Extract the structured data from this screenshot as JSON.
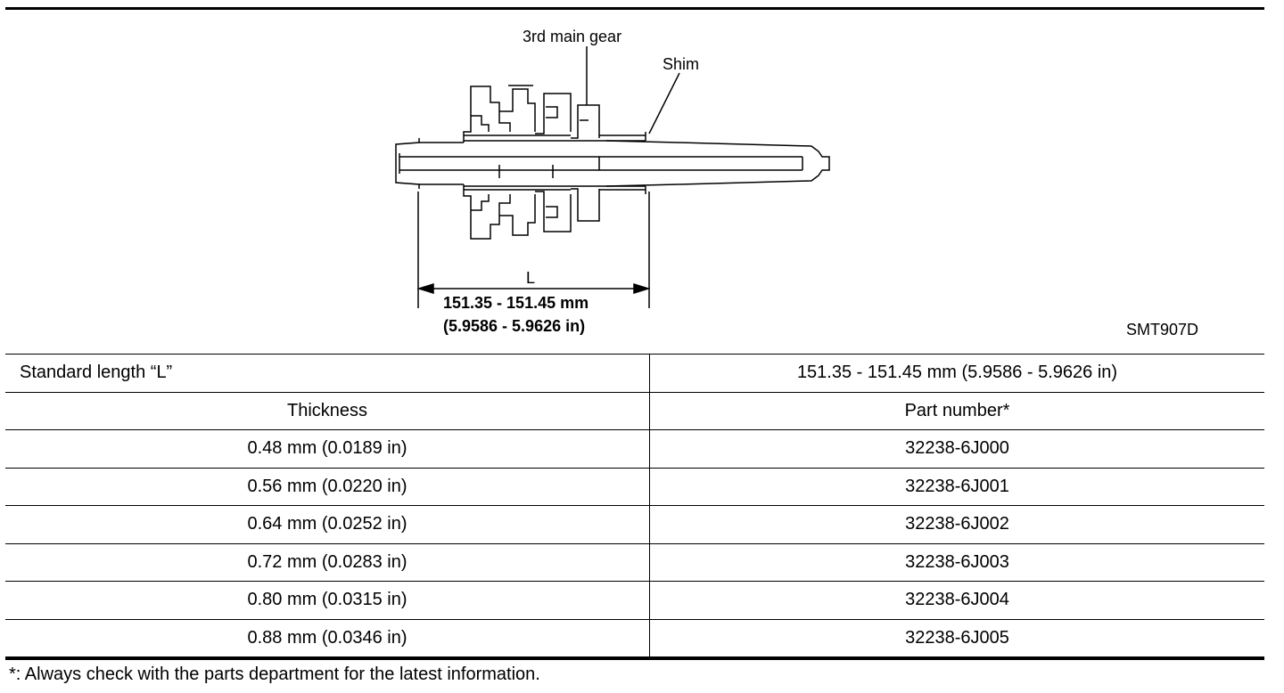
{
  "figure": {
    "label_gear": "3rd  main  gear",
    "label_shim": "Shim",
    "label_L": "L",
    "dim_mm": "151.35  -  151.45  mm",
    "dim_in": "(5.9586  -  5.9626  in)",
    "figure_code": "SMT907D"
  },
  "table": {
    "standard_label": "Standard length “L”",
    "standard_value": "151.35 - 151.45 mm (5.9586 - 5.9626 in)",
    "header_thickness": "Thickness",
    "header_part": "Part number*",
    "rows": [
      {
        "thickness": "0.48 mm (0.0189 in)",
        "part": "32238-6J000"
      },
      {
        "thickness": "0.56 mm (0.0220 in)",
        "part": "32238-6J001"
      },
      {
        "thickness": "0.64 mm (0.0252 in)",
        "part": "32238-6J002"
      },
      {
        "thickness": "0.72 mm (0.0283 in)",
        "part": "32238-6J003"
      },
      {
        "thickness": "0.80 mm (0.0315 in)",
        "part": "32238-6J004"
      },
      {
        "thickness": "0.88 mm (0.0346 in)",
        "part": "32238-6J005"
      }
    ]
  },
  "footnote": "*: Always check with the parts department for the latest information."
}
